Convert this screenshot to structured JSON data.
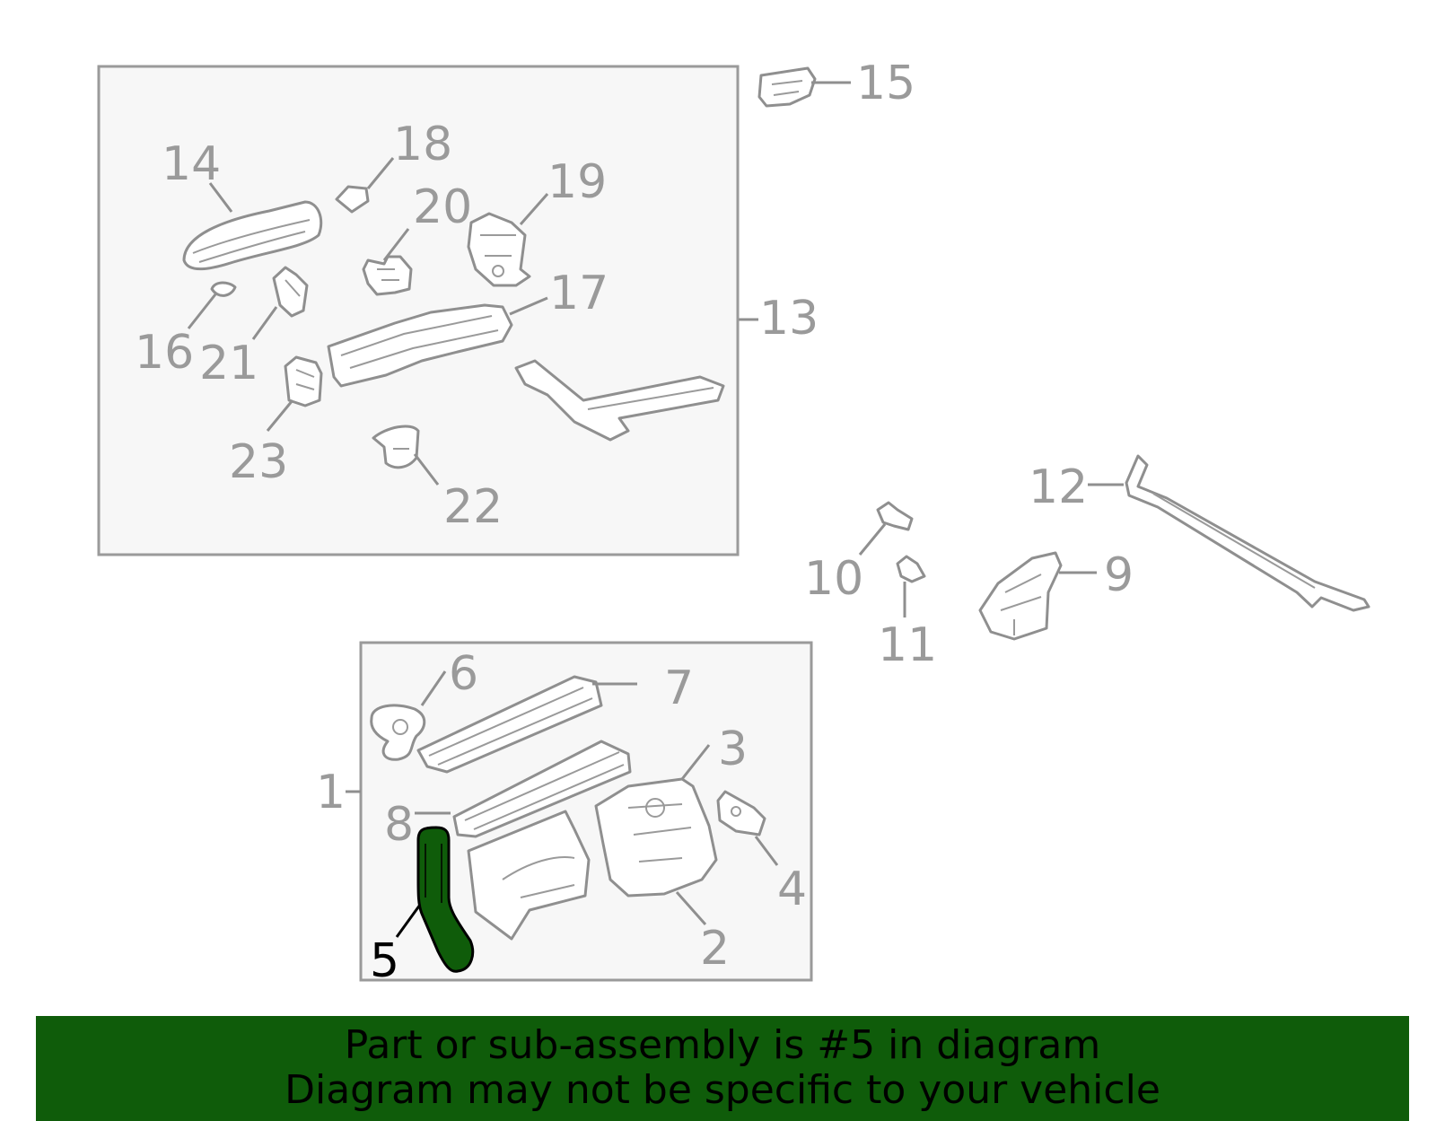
{
  "diagram": {
    "callouts": {
      "c1": "1",
      "c2": "2",
      "c3": "3",
      "c4": "4",
      "c5": "5",
      "c6": "6",
      "c7": "7",
      "c8": "8",
      "c9": "9",
      "c10": "10",
      "c11": "11",
      "c12": "12",
      "c13": "13",
      "c14": "14",
      "c15": "15",
      "c16": "16",
      "c17": "17",
      "c18": "18",
      "c19": "19",
      "c20": "20",
      "c21": "21",
      "c22": "22",
      "c23": "23"
    },
    "selected_part": "5"
  },
  "banner": {
    "line1": "Part or sub-assembly is #5 in diagram",
    "line2": "Diagram may not be specific to your vehicle"
  },
  "colors": {
    "highlight": "#0f5c0a",
    "banner_bg": "#0f5c0a",
    "line_gray": "#9a9a9a",
    "box_fill": "#f7f7f7"
  }
}
